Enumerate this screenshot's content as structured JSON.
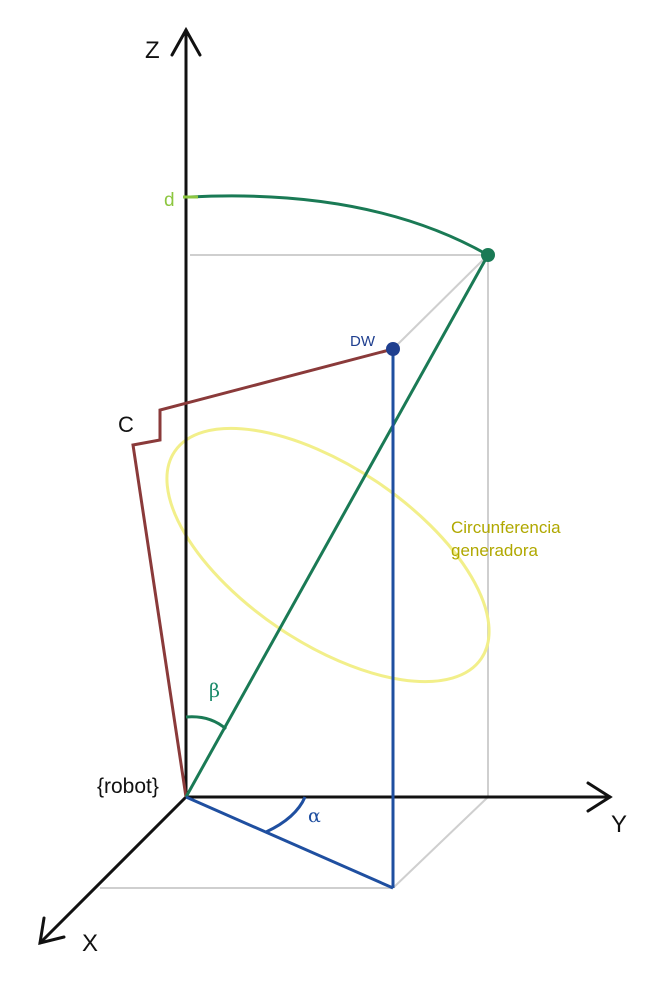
{
  "labels": {
    "z_axis": "Z",
    "y_axis": "Y",
    "x_axis": "X",
    "origin": "{robot}",
    "c_point": "C",
    "dw_point": "DW",
    "d_mark": "d",
    "beta": "β",
    "alpha": "α",
    "circle_line1": "Circunferencia",
    "circle_line2": "generadora"
  },
  "colors": {
    "axes": "#111111",
    "construction": "#cfcfcf",
    "green_line": "#1a7a55",
    "blue_line": "#1f4fa0",
    "brown_line": "#8a3a3a",
    "yellow_circle": "#f2ef8a",
    "d_mark": "#8cc63f",
    "dw_point": "#1f3f8f"
  }
}
